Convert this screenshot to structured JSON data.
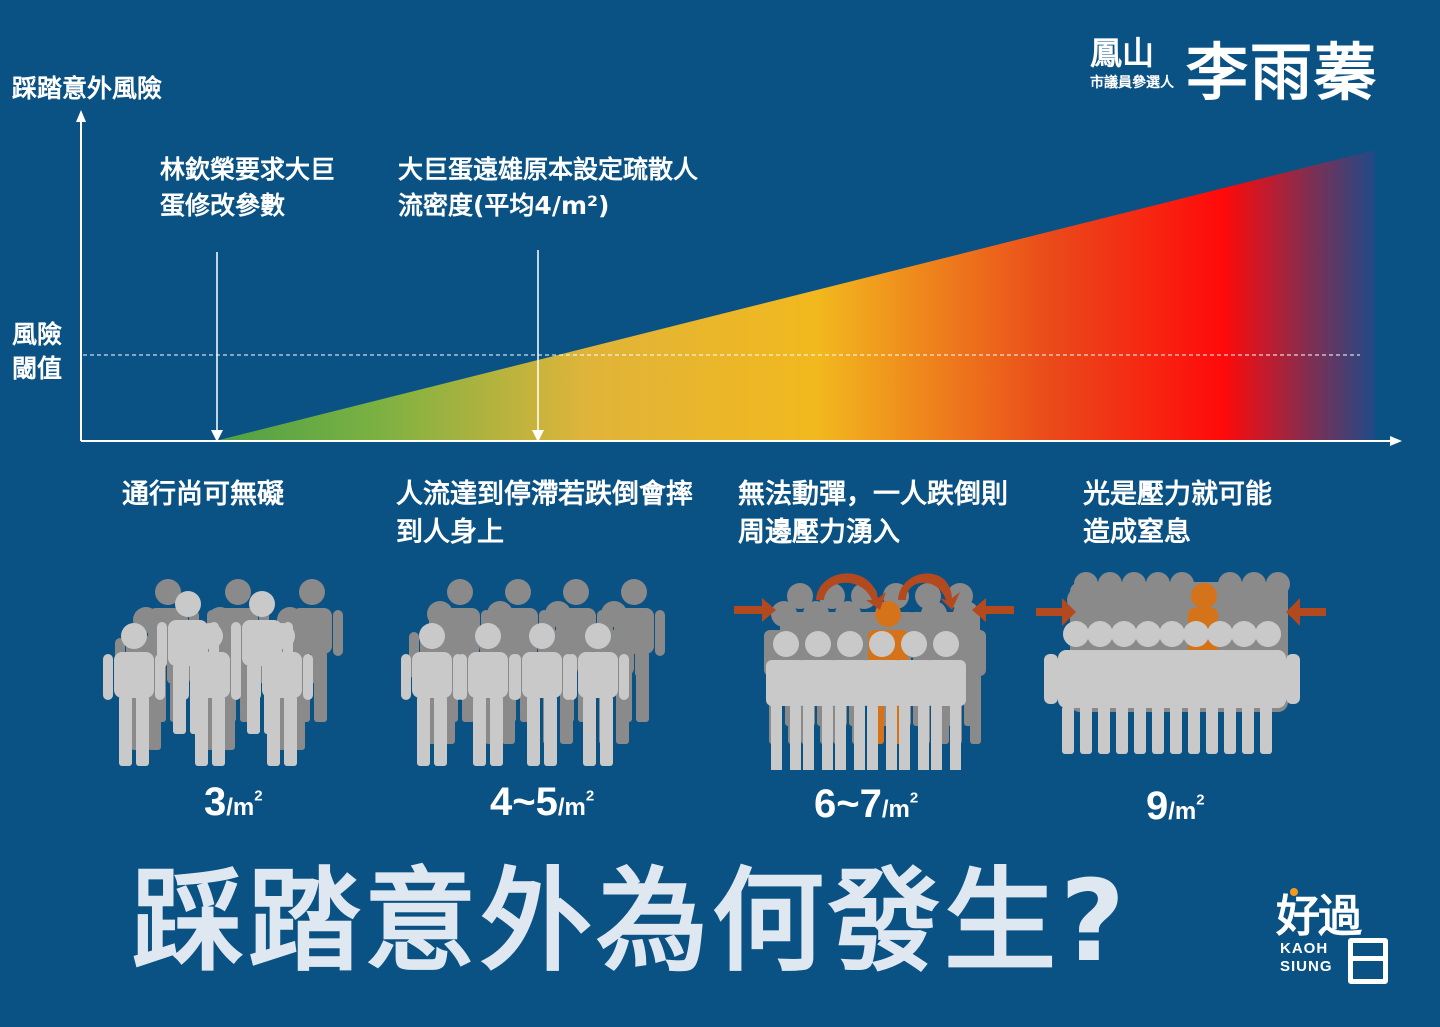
{
  "y_axis_label": "踩踏意外風險",
  "threshold_label": "風險閾值",
  "annotations": [
    {
      "text": "林欽榮要求大巨蛋修改參數"
    },
    {
      "text": "大巨蛋遠雄原本設定疏散人流密度(平均4/m²)"
    }
  ],
  "stages": [
    {
      "description": "通行尚可無礙",
      "density": "3",
      "unit": "/m",
      "sup": "2"
    },
    {
      "description": "人流達到停滯若跌倒會摔到人身上",
      "density": "4~5",
      "unit": "/m",
      "sup": "2"
    },
    {
      "description": "無法動彈，一人跌倒則周邊壓力湧入",
      "density": "6~7",
      "unit": "/m",
      "sup": "2"
    },
    {
      "description": "光是壓力就可能造成窒息",
      "density": "9",
      "unit": "/m",
      "sup": "2"
    }
  ],
  "title": "踩踏意外為何發生?",
  "brand": {
    "district": "鳳山",
    "role": "市議員參選人",
    "name": "李雨蓁"
  },
  "logo": {
    "chars": "好過",
    "line1": "KAOH",
    "line2": "SIUNG"
  },
  "colors": {
    "background": "#0a5184",
    "gradient": [
      "#5fad46",
      "#f2b81e",
      "#ff1010",
      "#1f4a88"
    ],
    "person_front": "#c9c9c9",
    "person_back": "#8a8a8a",
    "fallen": "#d4731a",
    "arrow": "#b34a1f"
  }
}
